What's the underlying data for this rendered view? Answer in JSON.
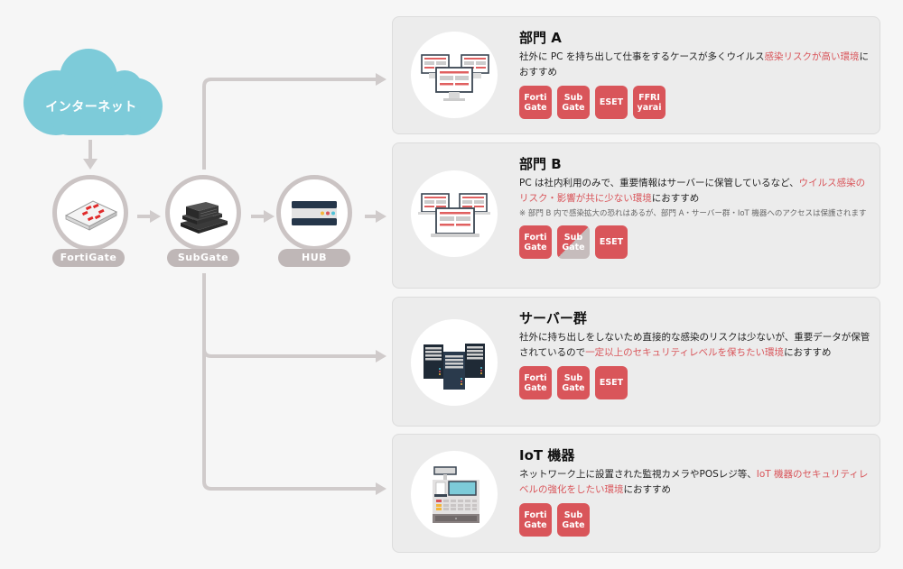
{
  "colors": {
    "background": "#f6f6f6",
    "cloud": "#7dcbd9",
    "connector": "#d0cbcb",
    "node_ring": "#cbc4c4",
    "node_label_bg": "#bfb7b7",
    "card_bg": "#ececec",
    "highlight": "#d9555a",
    "badge": "#d9555a",
    "badge_partial": "#c6bcbc"
  },
  "internet": {
    "label": "インターネット",
    "icon": "cloud-icon"
  },
  "nodes": [
    {
      "label": "FortiGate",
      "icon": "firewall-appliance-icon"
    },
    {
      "label": "SubGate",
      "icon": "switch-stack-icon"
    },
    {
      "label": "HUB",
      "icon": "hub-icon"
    }
  ],
  "cards": [
    {
      "title": "部門 A",
      "icon": "desktop-monitors-icon",
      "desc_plain": "社外に PC を持ち出して仕事をするケースが多くウイルス",
      "desc_highlight": "感染リスクが高い環境",
      "desc_tail": "におすすめ",
      "note": "",
      "badges": [
        {
          "label": "Forti\nGate",
          "partial": false
        },
        {
          "label": "Sub\nGate",
          "partial": false
        },
        {
          "label": "ESET",
          "partial": false
        },
        {
          "label": "FFRI\nyarai",
          "partial": false
        }
      ]
    },
    {
      "title": "部門 B",
      "icon": "laptop-monitors-icon",
      "desc_plain": "PC は社内利用のみで、重要情報はサーバーに保管しているなど、",
      "desc_highlight": "ウイルス感染のリスク・影響が共に少ない環境",
      "desc_tail": "におすすめ",
      "note": "※ 部門 B 内で感染拡大の恐れはあるが、部門 A・サーバー群・IoT 機器へのアクセスは保護されます",
      "badges": [
        {
          "label": "Forti\nGate",
          "partial": false
        },
        {
          "label": "Sub\nGate",
          "partial": true
        },
        {
          "label": "ESET",
          "partial": false
        }
      ]
    },
    {
      "title": "サーバー群",
      "icon": "server-rack-icon",
      "desc_plain": "社外に持ち出しをしないため直接的な感染のリスクは少ないが、重要データが保管されているので",
      "desc_highlight": "一定以上のセキュリティレベルを保ちたい環境",
      "desc_tail": "におすすめ",
      "note": "",
      "badges": [
        {
          "label": "Forti\nGate",
          "partial": false
        },
        {
          "label": "Sub\nGate",
          "partial": false
        },
        {
          "label": "ESET",
          "partial": false
        }
      ]
    },
    {
      "title": "IoT 機器",
      "icon": "cash-register-icon",
      "desc_plain": "ネットワーク上に設置された監視カメラやPOSレジ等、",
      "desc_highlight": "IoT 機器のセキュリティレベルの強化をしたい環境",
      "desc_tail": "におすすめ",
      "note": "",
      "badges": [
        {
          "label": "Forti\nGate",
          "partial": false
        },
        {
          "label": "Sub\nGate",
          "partial": false
        }
      ]
    }
  ]
}
